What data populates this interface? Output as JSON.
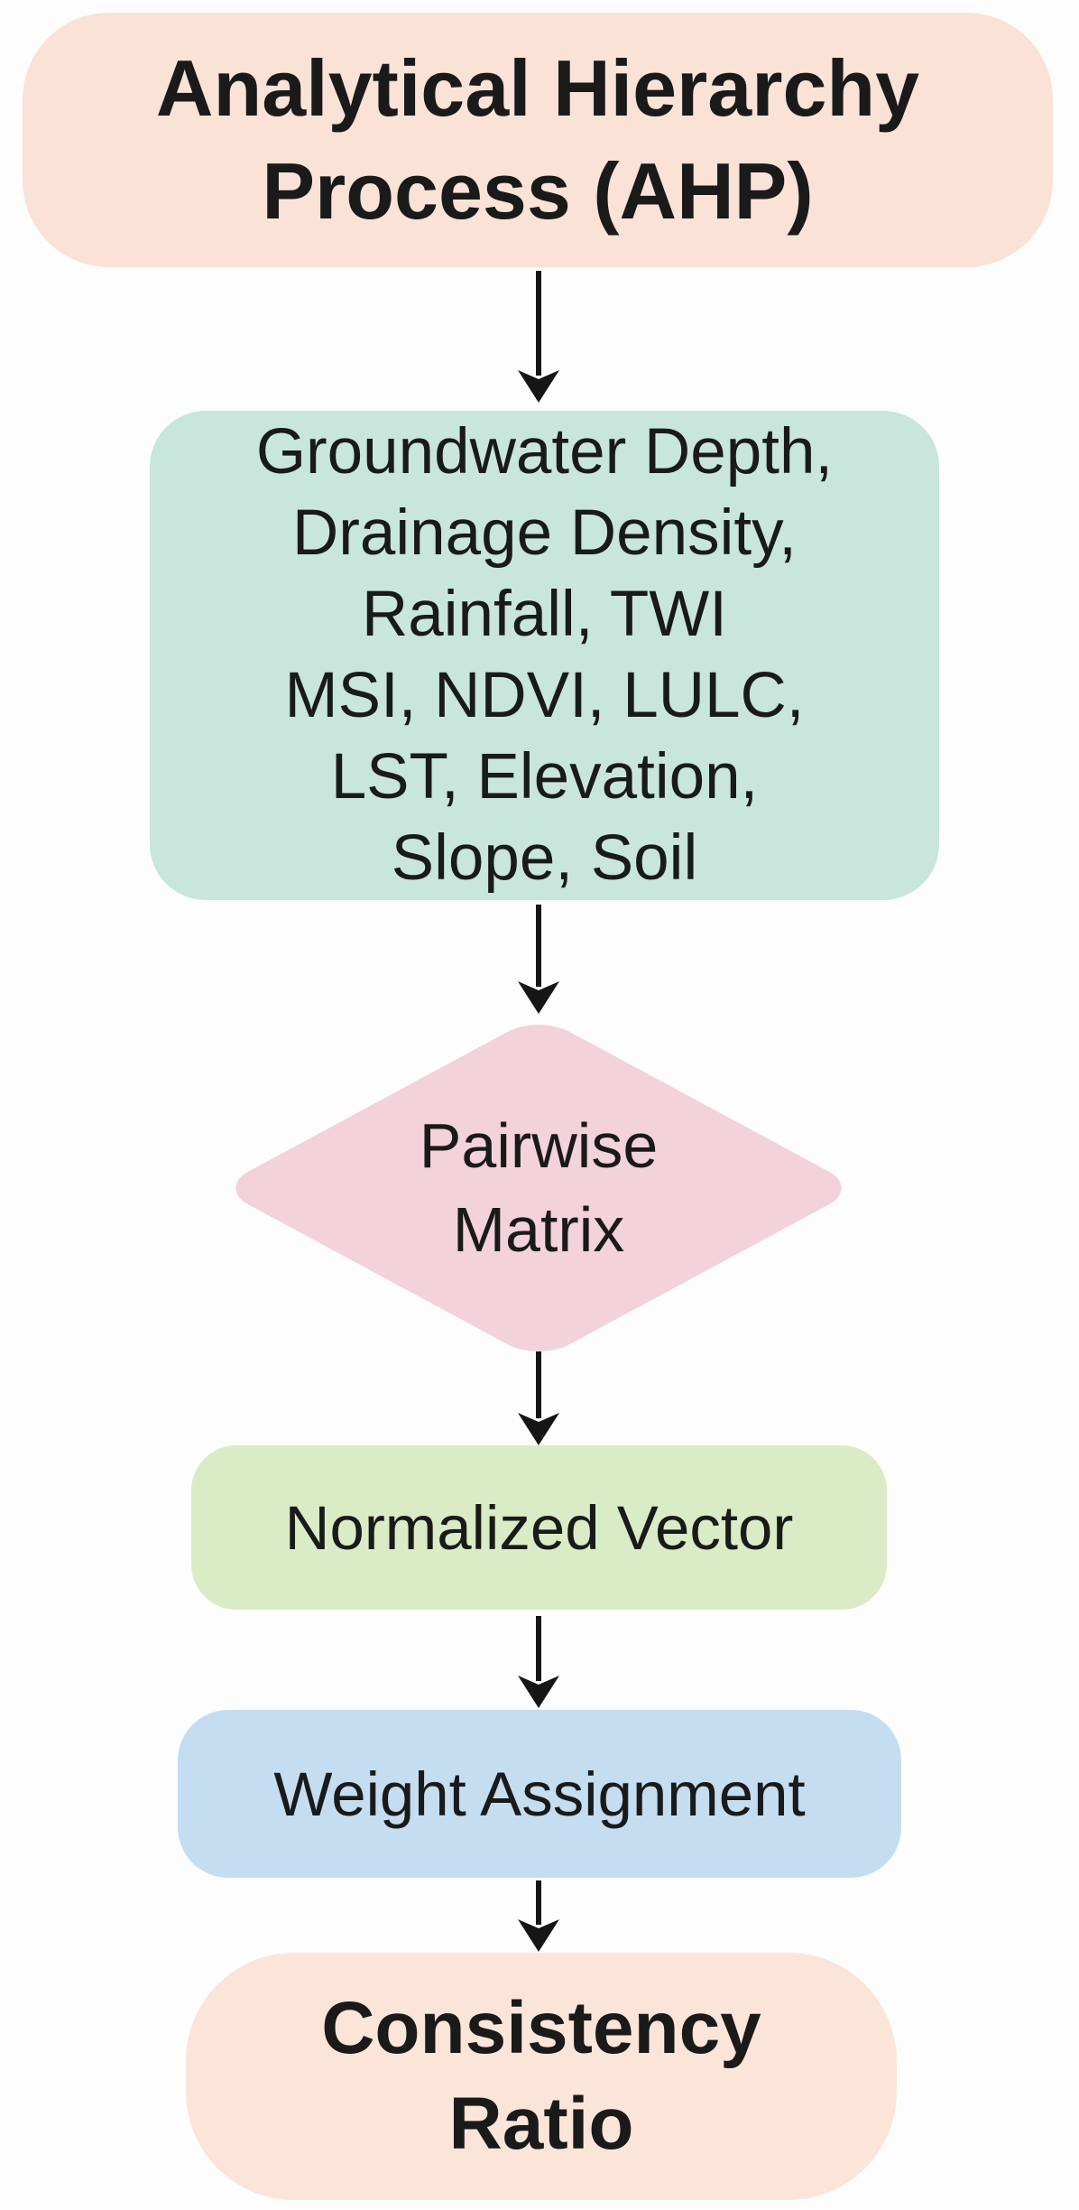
{
  "diagram": {
    "background_color": "#fdfdfd",
    "text_color": "#1a1a1a",
    "arrow_color": "#161616",
    "nodes": [
      {
        "id": "analytical-hierarchy-process",
        "shape": "rounded-rect",
        "color": "#fae2d6",
        "lines": [
          "Analytical Hierarchy",
          "Process (AHP)"
        ]
      },
      {
        "id": "criteria-layers",
        "shape": "rounded-rect",
        "color": "#c8e6dc",
        "lines": [
          "Groundwater Depth,",
          "Drainage Density,",
          "Rainfall, TWI",
          "MSI, NDVI, LULC,",
          "LST, Elevation,",
          "Slope, Soil"
        ]
      },
      {
        "id": "pairwise-matrix",
        "shape": "diamond",
        "color": "#f3d2dc",
        "lines": [
          "Pairwise",
          "Matrix"
        ]
      },
      {
        "id": "normalized-vector",
        "shape": "rounded-rect",
        "color": "#d9ecc6",
        "lines": [
          "Normalized Vector"
        ]
      },
      {
        "id": "weight-assignment",
        "shape": "rounded-rect",
        "color": "#c4ddf1",
        "lines": [
          "Weight Assignment"
        ]
      },
      {
        "id": "consistency-ratio",
        "shape": "rounded-rect",
        "color": "#fbe5d9",
        "lines": [
          "Consistency",
          "Ratio"
        ]
      }
    ],
    "arrows": [
      {
        "from": "analytical-hierarchy-process",
        "to": "criteria-layers"
      },
      {
        "from": "criteria-layers",
        "to": "pairwise-matrix"
      },
      {
        "from": "pairwise-matrix",
        "to": "normalized-vector"
      },
      {
        "from": "normalized-vector",
        "to": "weight-assignment"
      },
      {
        "from": "weight-assignment",
        "to": "consistency-ratio"
      }
    ]
  }
}
